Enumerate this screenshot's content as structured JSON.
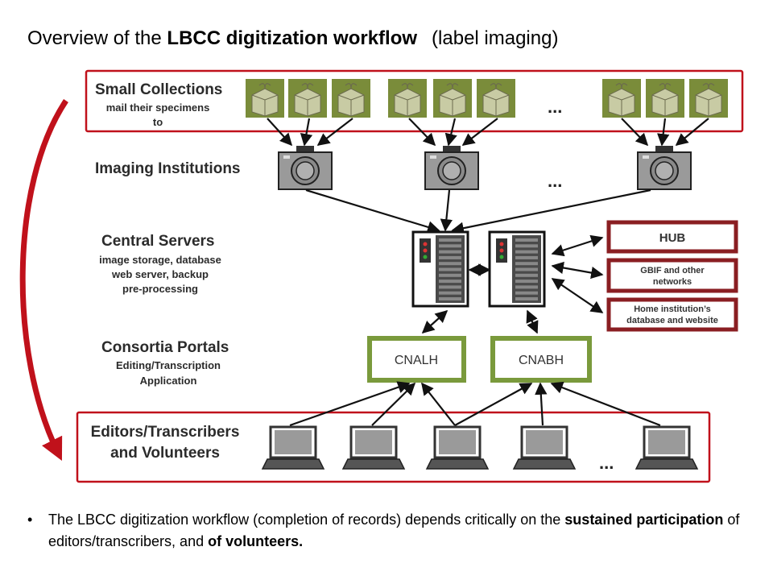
{
  "title": {
    "prefix": "Overview of the ",
    "bold": "LBCC digitization workflow",
    "suffix": "(label imaging)"
  },
  "diagram": {
    "rows": {
      "small_collections": {
        "title": "Small Collections",
        "sub1": "mail their specimens",
        "sub2": "to"
      },
      "imaging": {
        "title": "Imaging Institutions"
      },
      "central": {
        "title": "Central Servers",
        "sub1": "image storage, database",
        "sub2": "web server, backup",
        "sub3": "pre-processing"
      },
      "portals": {
        "title": "Consortia Portals",
        "sub1": "Editing/Transcription",
        "sub2": "Application"
      },
      "editors": {
        "title1": "Editors/Transcribers",
        "title2": "and Volunteers"
      }
    },
    "ellipsis": "...",
    "portals": [
      "CNALH",
      "CNABH"
    ],
    "networks": {
      "hub": "HUB",
      "gbif1": "GBIF and other",
      "gbif2": "networks",
      "home1": "Home institution’s",
      "home2": "database and website"
    },
    "colors": {
      "red_frame": "#c0111b",
      "green_box": "#7a9a3c",
      "package": "#c8cba4",
      "package_border": "#7a8c3a",
      "camera": "#9a9a9a",
      "server": "#4a4a4a"
    }
  },
  "bullet": {
    "part1": "The LBCC digitization workflow (completion of records) depends critically on the ",
    "bold1": "sustained participation",
    "part2": " of editors/transcribers, and ",
    "bold2": "of volunteers."
  }
}
